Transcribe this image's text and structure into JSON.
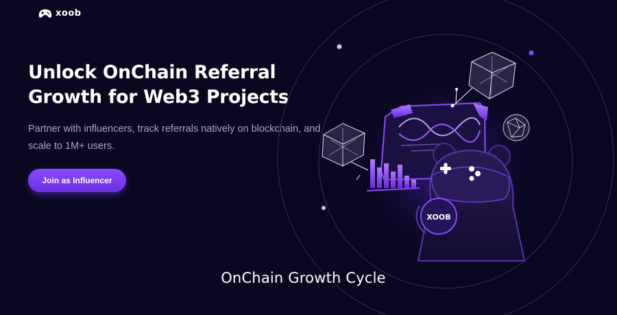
{
  "header": {
    "logo_text": "xoob"
  },
  "hero": {
    "title_line1": "Unlock OnChain Referral",
    "title_line2": "Growth for Web3 Projects",
    "subtitle": "Partner with influencers, track referrals natively on blockchain, and scale to 1M+ users.",
    "cta_label": "Join as Influencer"
  },
  "illustration": {
    "mascot_badge": "XOOB"
  },
  "section": {
    "title": "OnChain Growth Cycle"
  },
  "colors": {
    "background": "#0a0820",
    "accent": "#7c3cff",
    "text_muted": "#a9a6bf"
  }
}
